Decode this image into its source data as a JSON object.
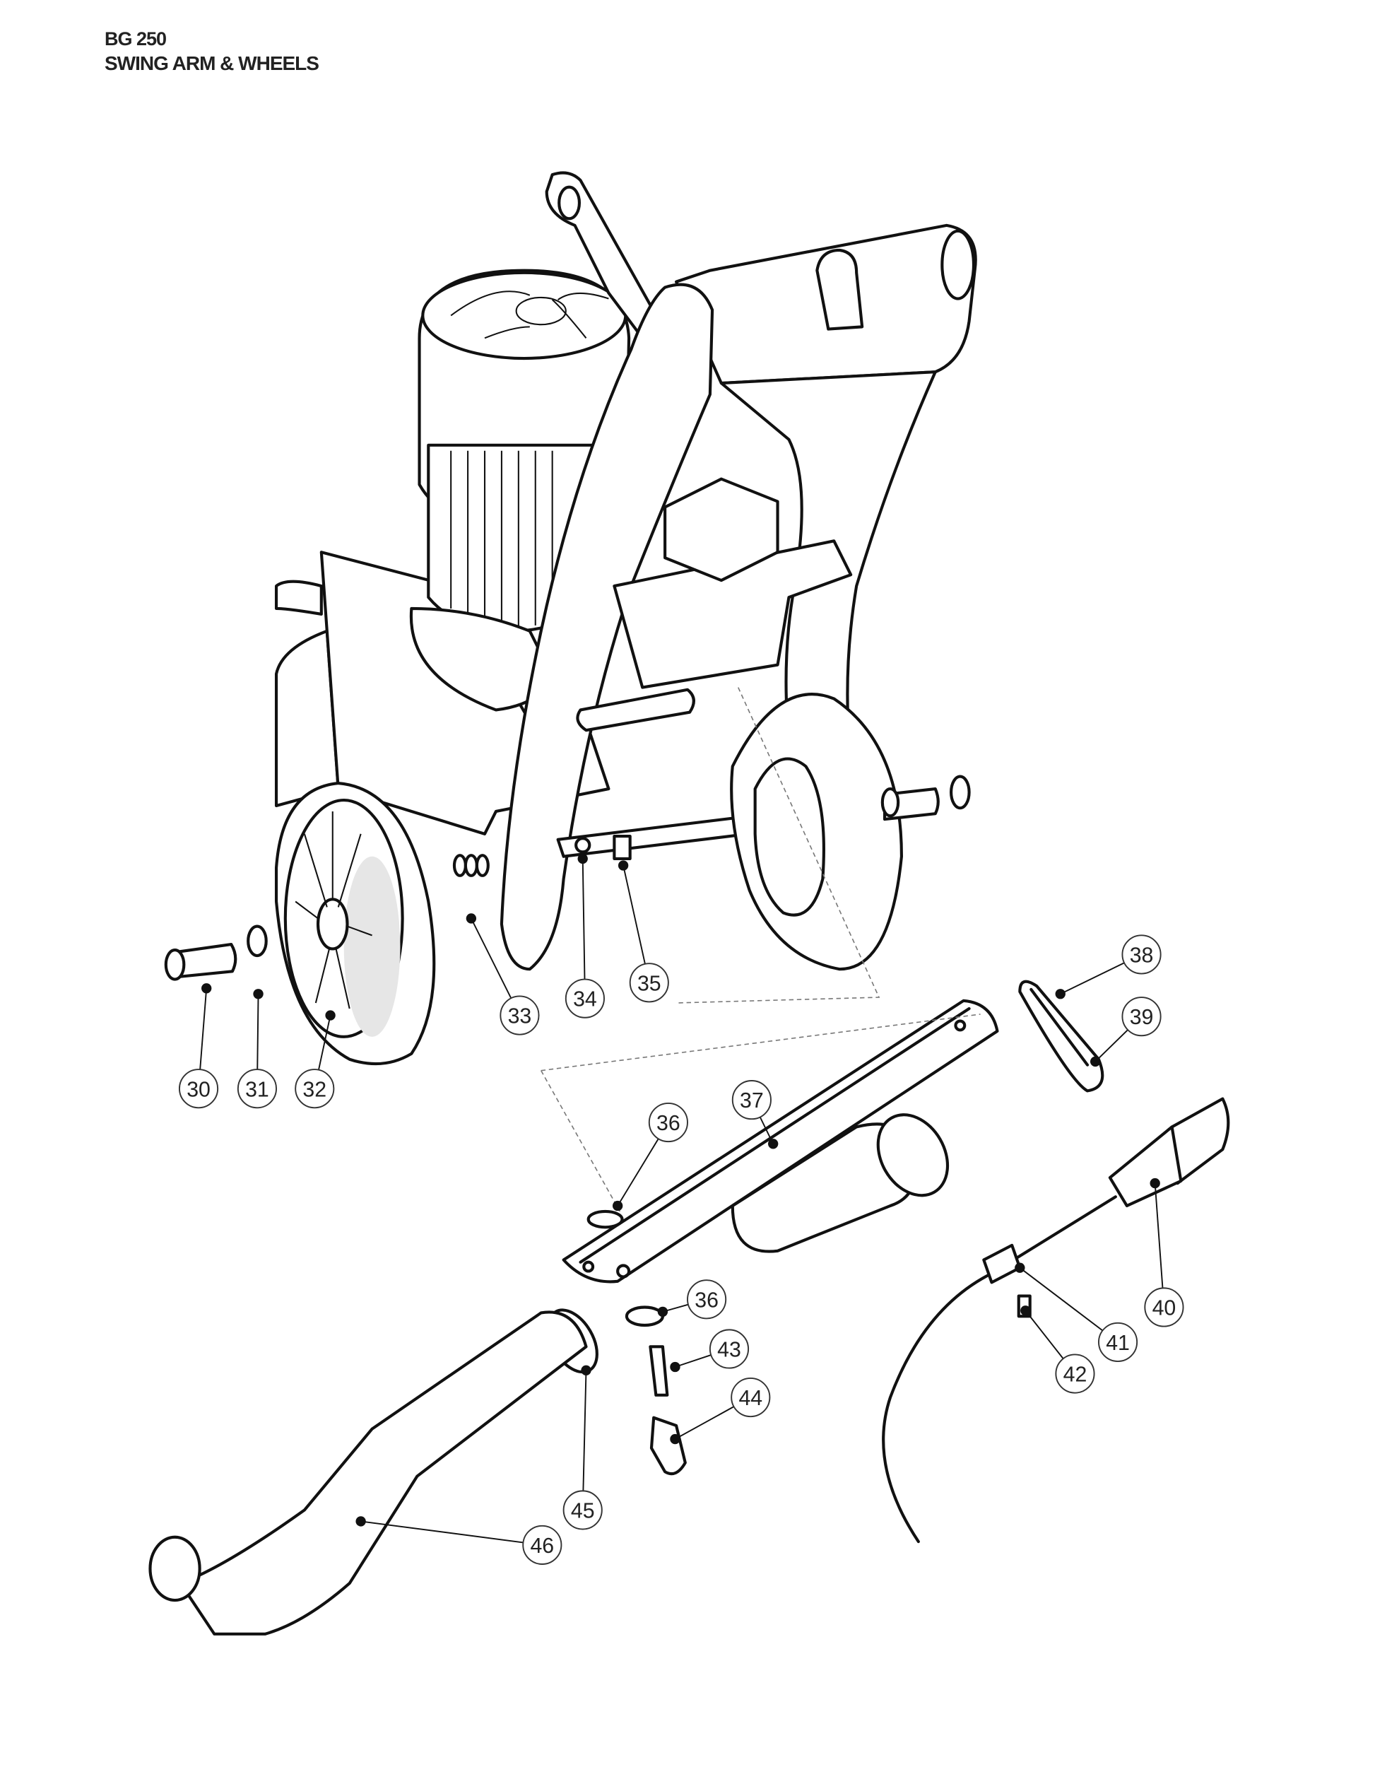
{
  "header": {
    "model": "BG 250",
    "section": "SWING ARM & WHEELS"
  },
  "callouts": [
    {
      "id": "c30",
      "label": "30"
    },
    {
      "id": "c31",
      "label": "31"
    },
    {
      "id": "c32",
      "label": "32"
    },
    {
      "id": "c33",
      "label": "33"
    },
    {
      "id": "c34",
      "label": "34"
    },
    {
      "id": "c35",
      "label": "35"
    },
    {
      "id": "c36a",
      "label": "36"
    },
    {
      "id": "c37",
      "label": "37"
    },
    {
      "id": "c38",
      "label": "38"
    },
    {
      "id": "c39",
      "label": "39"
    },
    {
      "id": "c40",
      "label": "40"
    },
    {
      "id": "c41",
      "label": "41"
    },
    {
      "id": "c42",
      "label": "42"
    },
    {
      "id": "c36b",
      "label": "36"
    },
    {
      "id": "c43",
      "label": "43"
    },
    {
      "id": "c44",
      "label": "44"
    },
    {
      "id": "c45",
      "label": "45"
    },
    {
      "id": "c46",
      "label": "46"
    }
  ]
}
